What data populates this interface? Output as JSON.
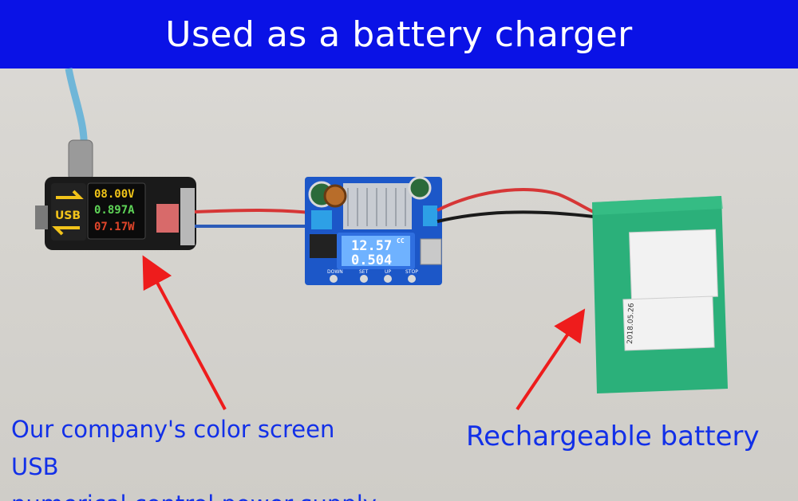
{
  "banner": {
    "title": "Used as a battery charger"
  },
  "captions": {
    "power_supply_line1": "Our company's color screen USB",
    "power_supply_line2": "numerical control power supply",
    "battery": "Rechargeable battery"
  },
  "usb_supply": {
    "logo": "USB",
    "screen": {
      "voltage": "08.00V",
      "current": "0.897A",
      "power": "07.17W"
    }
  },
  "buck_module": {
    "display": {
      "voltage": "12.57",
      "current": "0.504",
      "mode": "CC"
    },
    "buttons": [
      "DOWN",
      "SET",
      "UP",
      "STOP"
    ]
  },
  "battery": {
    "date": "2018.05.26"
  },
  "colors": {
    "banner": "#0a12e6",
    "caption": "#1230e8",
    "arrow": "#ee1c1c",
    "battery": "#2bb07a"
  }
}
